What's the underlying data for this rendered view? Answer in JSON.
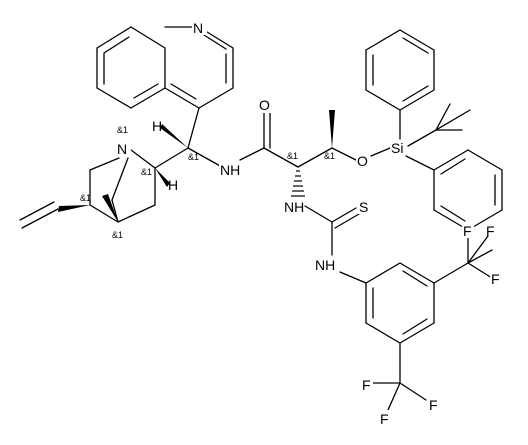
{
  "molecule": {
    "atom_labels": {
      "n_quinoline": "N",
      "n_quinuclidine": "N",
      "n_amide": "NH",
      "o_carbonyl": "O",
      "o_ether": "O",
      "si": "Si",
      "s_thiourea": "S",
      "nh_thiourea_upper": "NH",
      "nh_thiourea_lower": "NH",
      "h_c9": "H",
      "h_c8": "H",
      "cf3_top_f1": "F",
      "cf3_top_f2": "F",
      "cf3_top_f3": "F",
      "cf3_bottom_f1": "F",
      "cf3_bottom_f2": "F",
      "cf3_bottom_f3": "F"
    },
    "stereo_labels": {
      "n_quinuclidine": "&1",
      "c9": "&1",
      "c8": "&1",
      "c4_bridgehead": "&1",
      "c3_vinyl": "&1",
      "c_alpha": "&1",
      "c_beta": "&1"
    }
  }
}
